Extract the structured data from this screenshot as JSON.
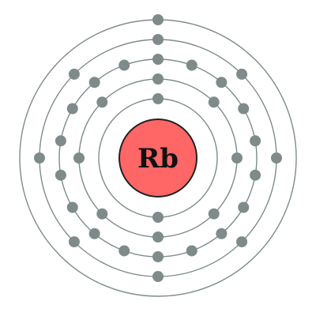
{
  "element": {
    "symbol": "Rb"
  },
  "shells": [
    {
      "electrons": 2
    },
    {
      "electrons": 8
    },
    {
      "electrons": 18
    },
    {
      "electrons": 8
    },
    {
      "electrons": 1
    }
  ],
  "colors": {
    "nucleus_fill": "#ff6666",
    "nucleus_stroke": "#222222",
    "shell": "#7f8b8b",
    "electron": "#7f8b8b",
    "symbol": "#111111"
  }
}
